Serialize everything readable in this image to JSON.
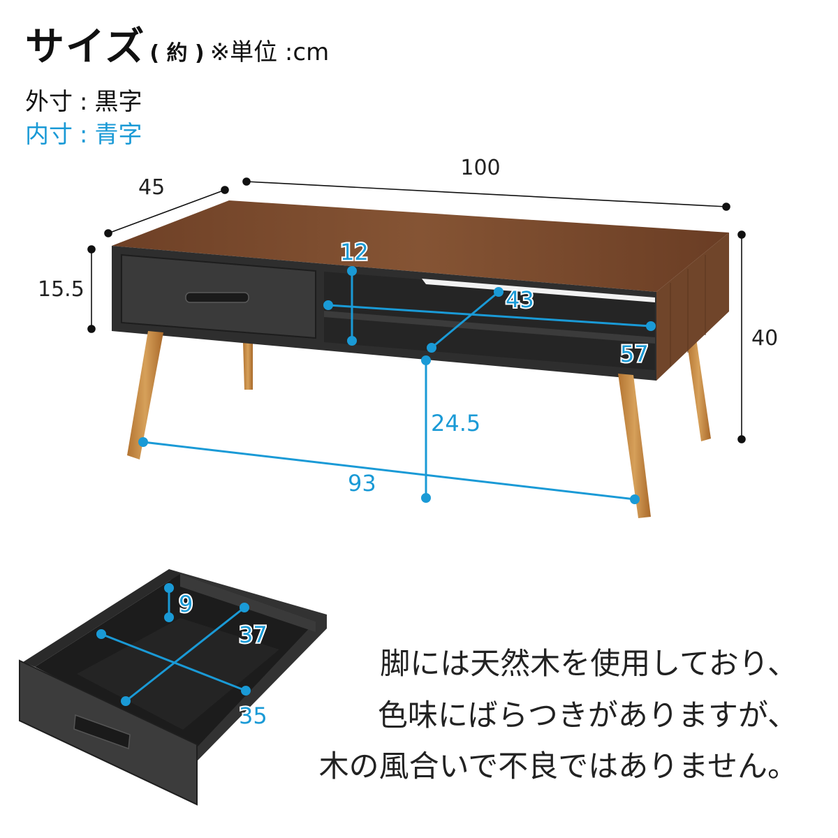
{
  "header": {
    "title": "サイズ",
    "approx": "( 約 )",
    "unit_note": "※単位 :cm"
  },
  "legend": {
    "outer_label": "外寸",
    "outer_value": "黒字",
    "inner_label": "内寸",
    "inner_value": "青字"
  },
  "table_dims": {
    "outer": {
      "width": "100",
      "depth": "45",
      "height": "40",
      "top_height": "15.5"
    },
    "inner": {
      "opening_height": "12",
      "shelf_depth": "43",
      "shelf_width": "57",
      "under_clearance": "24.5",
      "leg_span": "93"
    }
  },
  "drawer_dims": {
    "inner_height": "9",
    "inner_depth": "37",
    "inner_width": "35"
  },
  "note": {
    "line1": "脚には天然木を使用しており、",
    "line2": "色味にばらつきがありますが、",
    "line3": "木の風合いで不良ではありません。"
  },
  "colors": {
    "inner_dim": "#1a9ad6",
    "outer_dim": "#111111",
    "wood_top": "#7a4a2c",
    "body_dark": "#2f2f2f",
    "leg_wood": "#c58a3e"
  }
}
